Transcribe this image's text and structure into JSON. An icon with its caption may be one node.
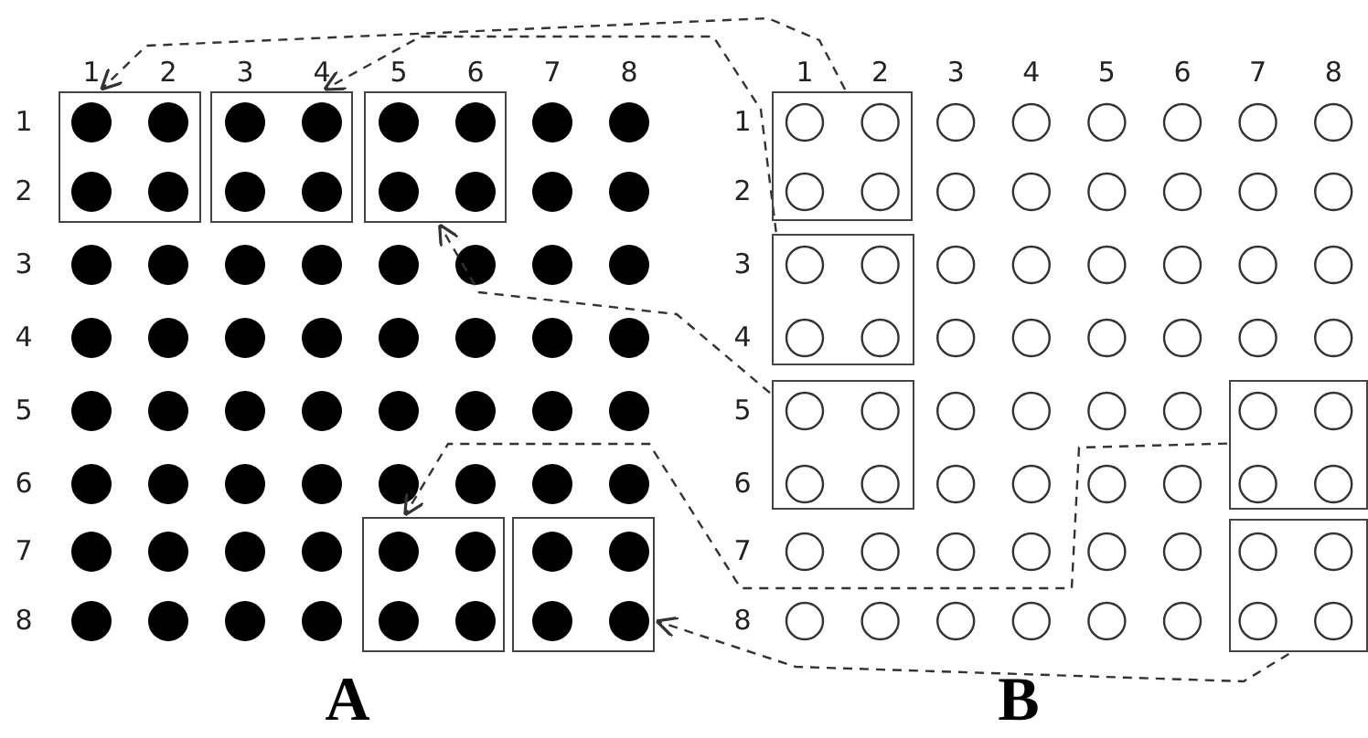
{
  "diagram": {
    "nodes": [
      {
        "text": [],
        "shape": "box"
      },
      {
        "text": [],
        "shape": "box"
      },
      {
        "text": [],
        "shape": "box"
      },
      {
        "text": [],
        "shape": "box"
      },
      {
        "text": [],
        "shape": "box"
      },
      {
        "text": [],
        "shape": "box"
      },
      {
        "text": [],
        "shape": "box"
      },
      {
        "text": [],
        "shape": "box"
      },
      {
        "text": [],
        "shape": "box"
      },
      {
        "text": [],
        "shape": "box"
      }
    ],
    "edges": [
      {
        "from": 5,
        "to": 0,
        "arrow": "to",
        "style": "dashed"
      },
      {
        "from": 6,
        "to": 1,
        "arrow": "to",
        "style": "dashed"
      },
      {
        "from": 7,
        "to": 2,
        "arrow": "to",
        "style": "dashed"
      },
      {
        "from": 8,
        "to": 3,
        "arrow": "to",
        "style": "dashed"
      },
      {
        "from": 9,
        "to": 4,
        "arrow": "to",
        "style": "dashed"
      }
    ],
    "labels": [
      "1",
      "2",
      "3",
      "4",
      "5",
      "6",
      "7",
      "8",
      "1",
      "2",
      "3",
      "4",
      "5",
      "6",
      "7",
      "8",
      "1",
      "1",
      "2",
      "2",
      "3",
      "3",
      "4",
      "4",
      "5",
      "5",
      "6",
      "6",
      "7",
      "7",
      "8",
      "8",
      "A",
      "B"
    ]
  }
}
